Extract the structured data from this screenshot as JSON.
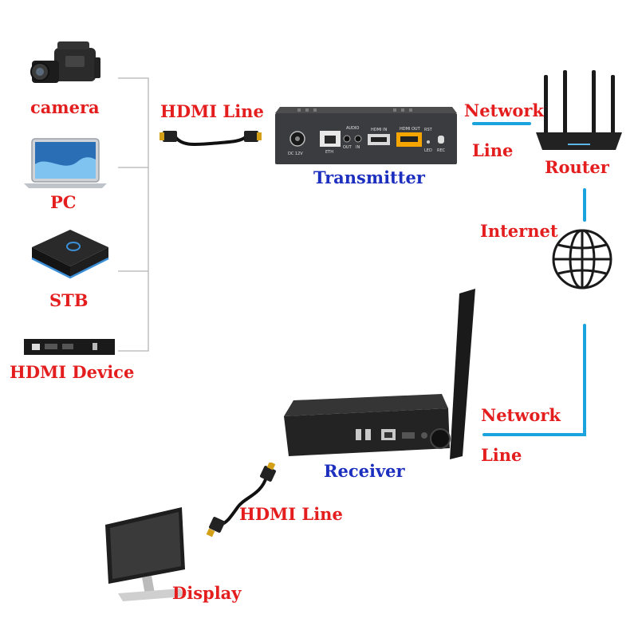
{
  "colors": {
    "label_red": "#e41e1e",
    "label_blue": "#1d2fbf",
    "network_line": "#1aa3dd",
    "connector_line": "#b5b5b5",
    "device_dark": "#2b2b2b",
    "hdmi_gold": "#f5a400"
  },
  "sources": [
    {
      "label": "camera",
      "icon": "camera-icon"
    },
    {
      "label": "PC",
      "icon": "laptop-icon"
    },
    {
      "label": "STB",
      "icon": "set-top-box-icon"
    },
    {
      "label": "HDMI Device",
      "icon": "hdmi-device-icon"
    }
  ],
  "transmitter": {
    "label": "Transmitter",
    "icon": "transmitter-icon",
    "panel_text": {
      "dc": "DC 12V",
      "eth": "ETH",
      "audio": "AUDIO",
      "audio_out": "OUT",
      "audio_in": "IN",
      "hdmi_in": "HDMI IN",
      "hdmi_out": "HDMI OUT",
      "rst": "RST",
      "led": "LED",
      "rec": "REC"
    }
  },
  "router": {
    "label": "Router",
    "icon": "router-icon"
  },
  "internet": {
    "label": "Internet",
    "icon": "globe-icon"
  },
  "receiver": {
    "label": "Receiver",
    "icon": "receiver-icon"
  },
  "display": {
    "label": "Display",
    "icon": "monitor-icon"
  },
  "links": {
    "hdmi_line_top": {
      "label": "HDMI Line",
      "icon": "hdmi-cable-icon"
    },
    "hdmi_line_bottom": {
      "label": "HDMI Line",
      "icon": "hdmi-cable-icon"
    },
    "network_line_top": {
      "label_line1": "Network",
      "label_line2": "Line"
    },
    "network_line_bottom": {
      "label_line1": "Network",
      "label_line2": "Line"
    }
  }
}
